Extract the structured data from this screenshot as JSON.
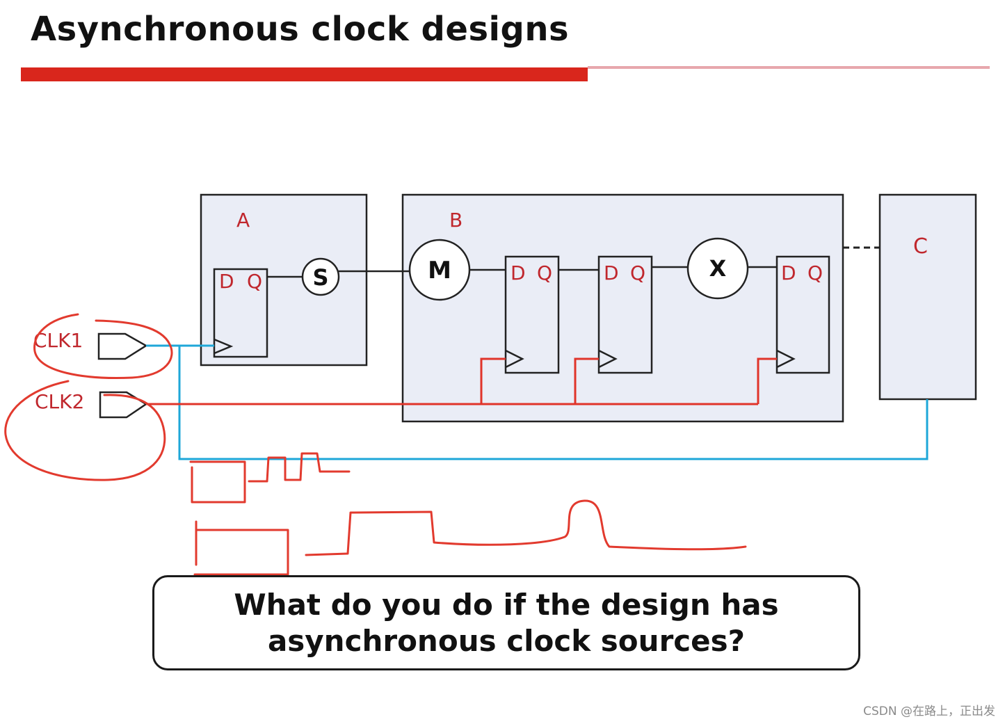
{
  "slide": {
    "title": "Asynchronous clock designs"
  },
  "diagram": {
    "blocks": {
      "a": "A",
      "b": "B",
      "c": "C"
    },
    "flipflop_pins": {
      "d": "D",
      "q": "Q"
    },
    "function_nodes": {
      "s": "S",
      "m": "M",
      "x": "X"
    },
    "clock_sources": {
      "clk1": "CLK1",
      "clk2": "CLK2"
    },
    "colors": {
      "block_fill": "#eaedf6",
      "label_red": "#c0272d",
      "clk1_wire": "#1ea7d8",
      "clk2_wire": "#e0342a",
      "annotation_red": "#e23a2e"
    }
  },
  "question": {
    "line1": "What do you do if the design has",
    "line2": "asynchronous clock sources?"
  },
  "watermark": {
    "text": "CSDN @在路上，正出发"
  }
}
